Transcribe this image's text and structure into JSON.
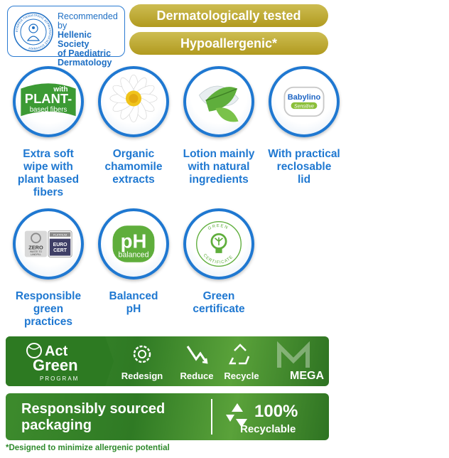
{
  "society": {
    "text_lines": [
      "Recommended by",
      "Hellenic Society",
      "of Paediatric",
      "Dermatology"
    ],
    "seal_text": "ΕΤΑΙΡΕΙΑ ΠΑΙΔΙΑΤΡΙΚΗΣ ΔΕΡΜΑΤΟΛΟΓΙΑΣ ΕΛΛΗΝΙΚΗ"
  },
  "badges": {
    "tested": "Dermatologically tested",
    "hypo": "Hypoallergenic*"
  },
  "features": {
    "plant": {
      "line1": "Extra soft",
      "line2": "wipe with",
      "line3": "plant based",
      "line4": "fibers",
      "icon_a": "with",
      "icon_b": "PLANT-",
      "icon_c": "based fibers"
    },
    "chamomile": {
      "line1": "Organic",
      "line2": "chamomile",
      "line3": "extracts"
    },
    "lotion": {
      "line1": "Lotion mainly",
      "line2": "with natural",
      "line3": "ingredients"
    },
    "lid": {
      "line1": "With practical",
      "line2": "reclosable",
      "line3": "lid",
      "brand": "Babylino",
      "brand_sub": "Sensitive"
    },
    "responsible": {
      "line1": "Responsible",
      "line2": "green",
      "line3": "practices",
      "zero": "ZERO",
      "waste": "WASTE TO",
      "landfill": "LANDFILL",
      "platinum": "PLATINUM",
      "euro": "EURO",
      "cert": "CERT"
    },
    "ph": {
      "line1": "Balanced",
      "line2": "pH",
      "icon_ph": "pH",
      "icon_bal": "balanced"
    },
    "green": {
      "line1": "Green",
      "line2": "certificate",
      "ring_top": "GREEN",
      "ring_bottom": "CERTIFICATE"
    }
  },
  "actgreen": {
    "act": "Act",
    "green": "Green",
    "program": "PROGRAM",
    "redesign": "Redesign",
    "reduce": "Reduce",
    "recycle": "Recycle",
    "brand": "MEGA"
  },
  "packaging": {
    "line1": "Responsibly sourced",
    "line2": "packaging",
    "percent": "100%",
    "recyclable": "Recyclable"
  },
  "footnote": "*Designed to minimize allergenic potential",
  "colors": {
    "blue": "#1f78d1",
    "gold": "#b8a12a",
    "green": "#3a8a2c"
  }
}
